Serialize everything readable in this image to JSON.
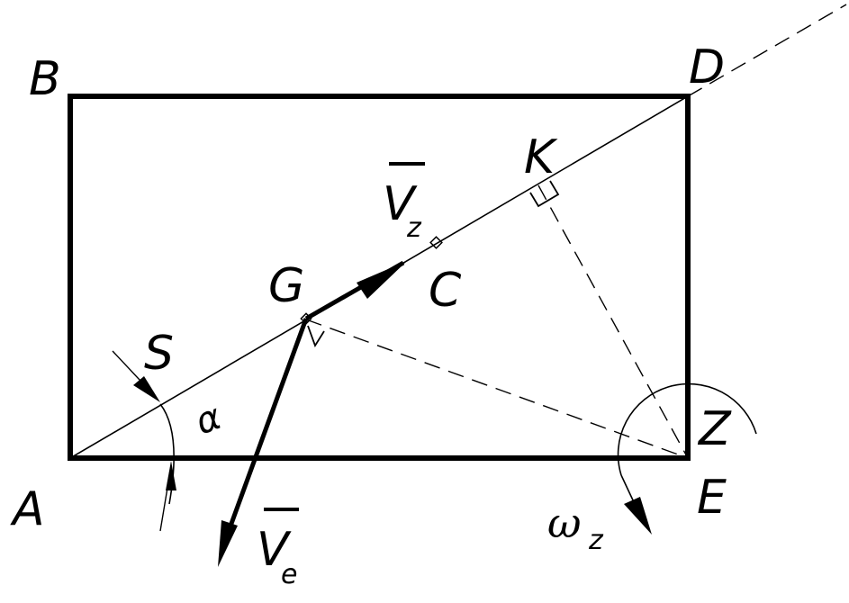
{
  "points": {
    "A": "A",
    "B": "B",
    "C": "C",
    "D": "D",
    "E": "E",
    "G": "G",
    "K": "K",
    "S": "S",
    "Z": "Z"
  },
  "vectors": {
    "vz_main": "V",
    "vz_sub": "z",
    "ve_main": "V",
    "ve_sub": "e"
  },
  "angle_label": "α",
  "omega": {
    "main": "ω",
    "sub": "z"
  },
  "colors": {
    "stroke": "#000000",
    "background": "#ffffff"
  }
}
